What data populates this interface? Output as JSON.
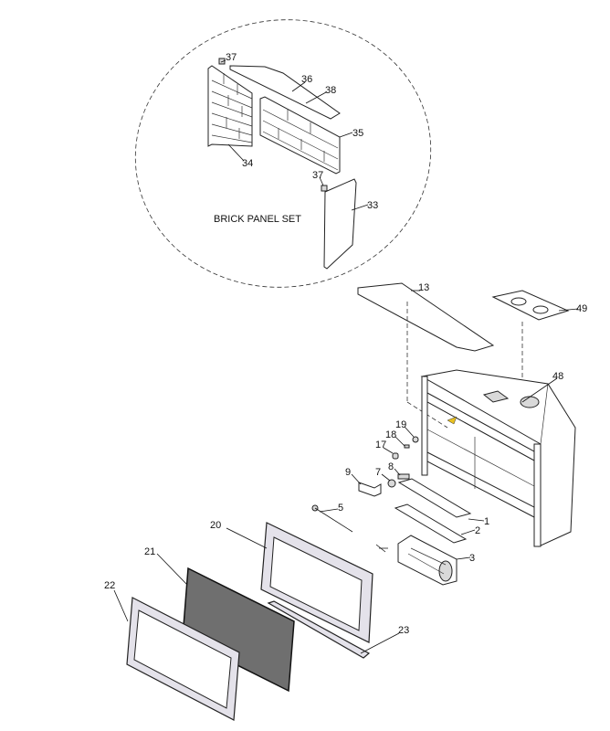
{
  "diagram": {
    "title": "BRICK PANEL SET",
    "colors": {
      "glass": "#6f6f6f",
      "frame": "#e4e2ea",
      "marker": "#e8c020"
    },
    "callouts": {
      "p37a": "37",
      "p36": "36",
      "p38": "38",
      "p35": "35",
      "p34": "34",
      "p37b": "37",
      "p33": "33",
      "p13": "13",
      "p49": "49",
      "p48": "48",
      "p19": "19",
      "p18": "18",
      "p17": "17",
      "p9": "9",
      "p7": "7",
      "p8": "8",
      "p5": "5",
      "p1": "1",
      "p2": "2",
      "p3": "3",
      "p20": "20",
      "p21": "21",
      "p22": "22",
      "p23": "23"
    }
  }
}
